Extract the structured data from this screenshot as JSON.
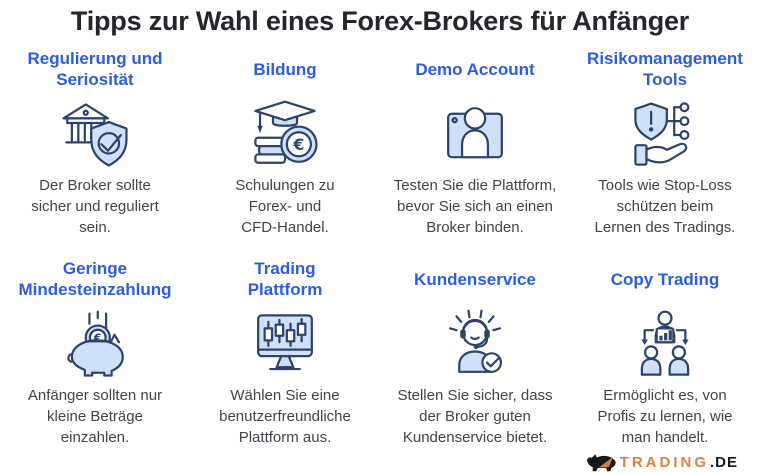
{
  "title": "Tipps zur Wahl eines Forex-Brokers für Anfänger",
  "colors": {
    "heading_blue": "#2b5ce1",
    "title_dark": "#25262b",
    "body_text": "#40444b",
    "icon_outline": "#2e4369",
    "icon_fill": "#cfe0f8",
    "logo_orange": "#d9823f",
    "logo_black": "#17181a"
  },
  "cards": [
    {
      "heading": "Regulierung und\nSeriosität",
      "icon": "bank-shield-check-icon",
      "text": "Der Broker sollte\nsicher und reguliert\nsein."
    },
    {
      "heading": "Bildung",
      "icon": "graduation-cap-euro-icon",
      "text": "Schulungen zu\nForex- und\nCFD-Handel."
    },
    {
      "heading": "Demo Account",
      "icon": "browser-user-icon",
      "text": "Testen Sie die Plattform,\nbevor Sie sich an einen\nBroker binden."
    },
    {
      "heading": "Risikomanagement\nTools",
      "icon": "shield-hand-tools-icon",
      "text": "Tools wie Stop-Loss\nschützen beim\nLernen des Tradings."
    },
    {
      "heading": "Geringe\nMindesteinzahlung",
      "icon": "piggy-bank-euro-icon",
      "text": "Anfänger sollten nur\nkleine Beträge\neinzahlen."
    },
    {
      "heading": "Trading\nPlattform",
      "icon": "candlestick-monitor-icon",
      "text": "Wählen Sie eine\nbenutzerfreundliche\nPlattform aus."
    },
    {
      "heading": "Kundenservice",
      "icon": "support-agent-check-icon",
      "text": "Stellen Sie sicher, dass\nder Broker guten\nKundenservice bietet."
    },
    {
      "heading": "Copy Trading",
      "icon": "copy-trading-people-icon",
      "text": "Ermöglicht es, von\nProfis zu lernen, wie\nman handelt."
    }
  ],
  "logo": {
    "brand": "TRADING",
    "tld": ".DE",
    "icon": "bull-icon"
  }
}
